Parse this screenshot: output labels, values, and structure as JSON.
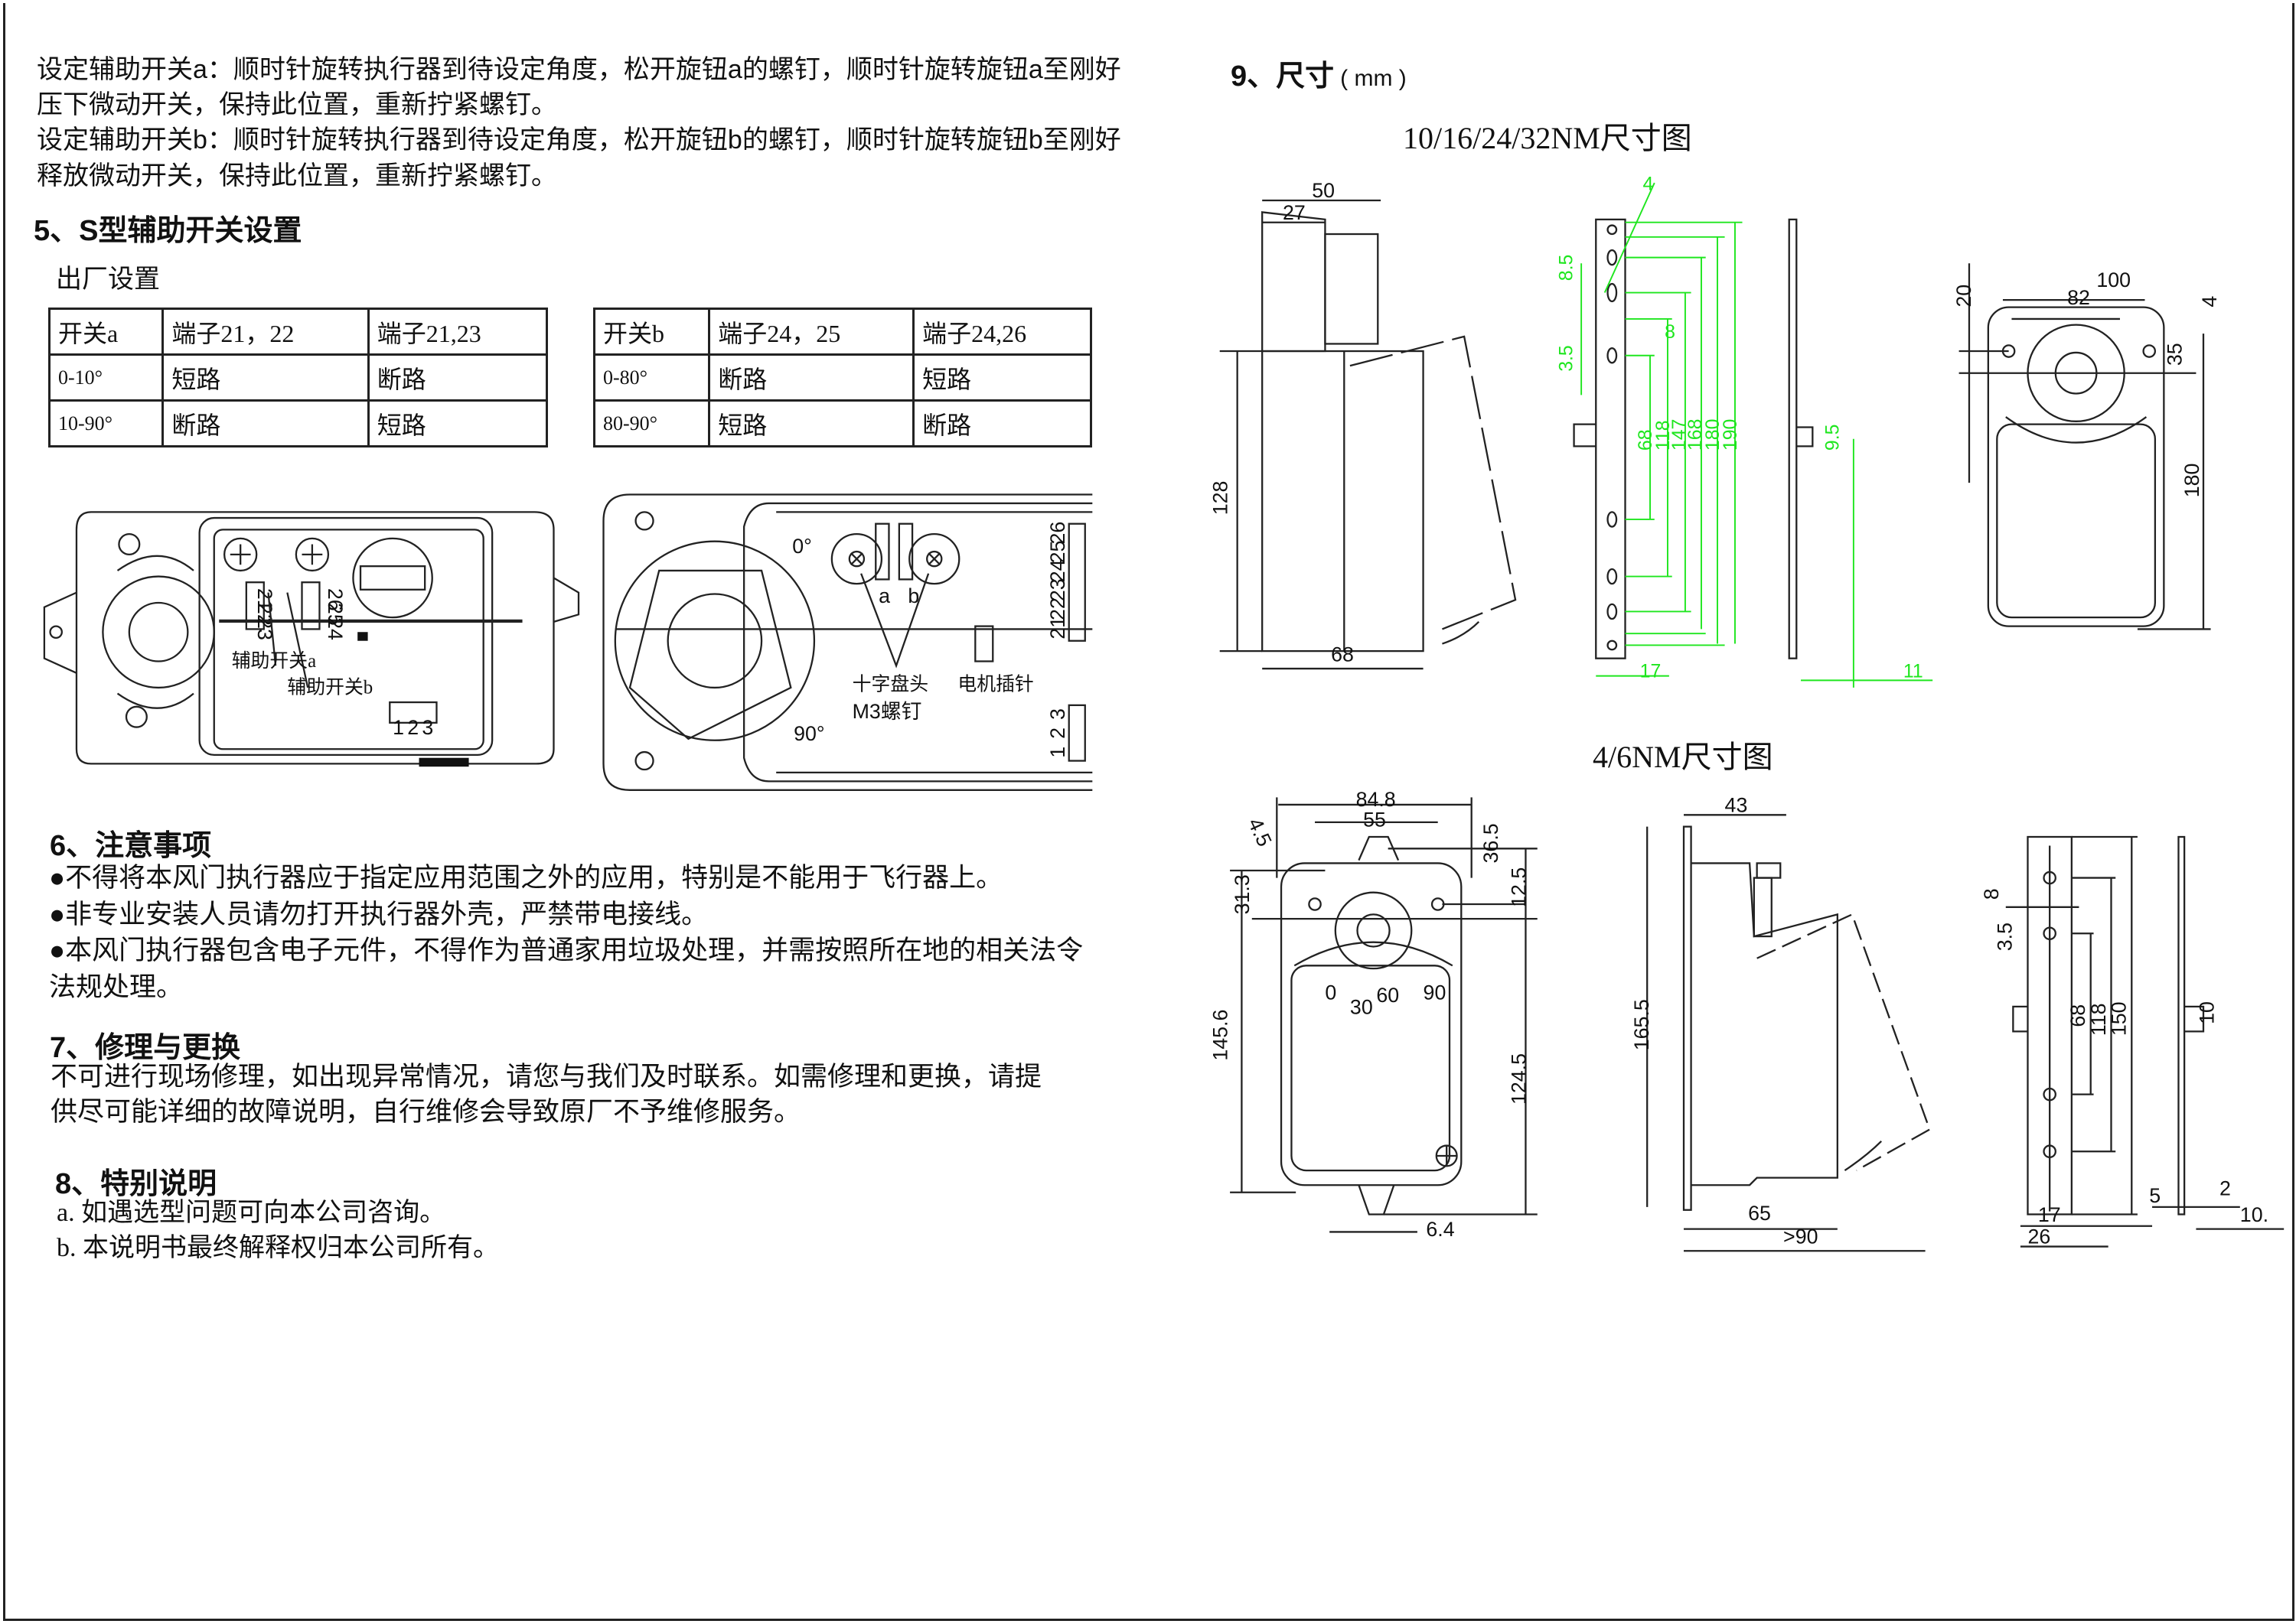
{
  "intro": {
    "lines": [
      "设定辅助开关a：顺时针旋转执行器到待设定角度，松开旋钮a的螺钉，顺时针旋转旋钮a至刚好",
      "压下微动开关，保持此位置，重新拧紧螺钉。",
      "设定辅助开关b：顺时针旋转执行器到待设定角度，松开旋钮b的螺钉，顺时针旋转旋钮b至刚好",
      "释放微动开关，保持此位置，重新拧紧螺钉。"
    ]
  },
  "section5": {
    "title": "5、S型辅助开关设置",
    "subtitle": "出厂设置",
    "table_a": {
      "headers": [
        "开关a",
        "端子21，22",
        "端子21,23"
      ],
      "rows": [
        [
          "0-10°",
          "短路",
          "断路"
        ],
        [
          "10-90°",
          "断路",
          "短路"
        ]
      ]
    },
    "table_b": {
      "headers": [
        "开关b",
        "端子24，25",
        "端子24,26"
      ],
      "rows": [
        [
          "0-80°",
          "断路",
          "短路"
        ],
        [
          "80-90°",
          "短路",
          "断路"
        ]
      ]
    }
  },
  "wiring_diagram": {
    "switch_a_label": "辅助开关a",
    "switch_b_label": "辅助开关b",
    "terminals_a": [
      "21",
      "22",
      "23"
    ],
    "terminals_b": [
      "26",
      "25",
      "24"
    ],
    "terminals_power": [
      "1",
      "2",
      "3"
    ]
  },
  "cover_diagram": {
    "angle_0": "0°",
    "angle_90": "90°",
    "knob_a": "a",
    "knob_b": "b",
    "screw_label_1": "十字盘头",
    "screw_label_2": "M3螺钉",
    "motor_pin_label": "电机插针",
    "terminals_top": [
      "26",
      "25",
      "24",
      "23",
      "22",
      "21"
    ],
    "terminals_bottom": [
      "3",
      "2",
      "1"
    ]
  },
  "section6": {
    "title": "6、注意事项",
    "lines": [
      "●不得将本风门执行器应于指定应用范围之外的应用，特别是不能用于飞行器上。",
      "●非专业安装人员请勿打开执行器外壳，严禁带电接线。",
      "●本风门执行器包含电子元件，不得作为普通家用垃圾处理，并需按照所在地的相关法令",
      "法规处理。"
    ]
  },
  "section7": {
    "title": "7、修理与更换",
    "lines": [
      "不可进行现场修理，如出现异常情况，请您与我们及时联系。如需修理和更换，请提",
      "供尽可能详细的故障说明，自行维修会导致原厂不予维修服务。"
    ]
  },
  "section8": {
    "title": "8、特别说明",
    "lines": [
      "a. 如遇选型问题可向本公司咨询。",
      "b. 本说明书最终解释权归本公司所有。"
    ]
  },
  "section9": {
    "title": "9、尺寸",
    "unit": "( mm )",
    "large_title": "10/16/24/32NM尺寸图",
    "small_title": "4/6NM尺寸图",
    "large": {
      "side": {
        "width_top": "50",
        "width_offset": "27",
        "height": "128",
        "width_bottom": "68"
      },
      "bracket": {
        "hole_dia": "4",
        "d1": "8.5",
        "d2": "3.5",
        "d3": "8",
        "spacings": [
          "68",
          "118",
          "147",
          "168",
          "180",
          "190"
        ],
        "slot": "9.5",
        "width": "17",
        "thickness": "11"
      },
      "front": {
        "width": "100",
        "hole_spacing": "82",
        "top_offset": "20",
        "hole_dia": "4",
        "shaft_offset": "35",
        "height": "180"
      }
    },
    "small": {
      "front": {
        "width": "84.8",
        "hole_spacing": "55",
        "hole_dia": "4.5",
        "left_offset": "31.3",
        "top_offset": "36.5",
        "right_offset": "12.5",
        "height": "145.6",
        "lower_height": "124.5",
        "slot": "6.4",
        "scale_marks": [
          "0",
          "30",
          "60",
          "90"
        ]
      },
      "side": {
        "depth": "43",
        "height": "165.5",
        "base": "65",
        "max_depth": ">90"
      },
      "bracket": {
        "d1": "8",
        "d2": "3.5",
        "spacings": [
          "68",
          "118",
          "150"
        ],
        "slot": "10",
        "edge": "5",
        "thickness": "2",
        "width_inner": "17",
        "width_outer": "26",
        "offset": "10."
      }
    }
  },
  "colors": {
    "dimension_green": "#1ee61e",
    "line": "#222222"
  }
}
